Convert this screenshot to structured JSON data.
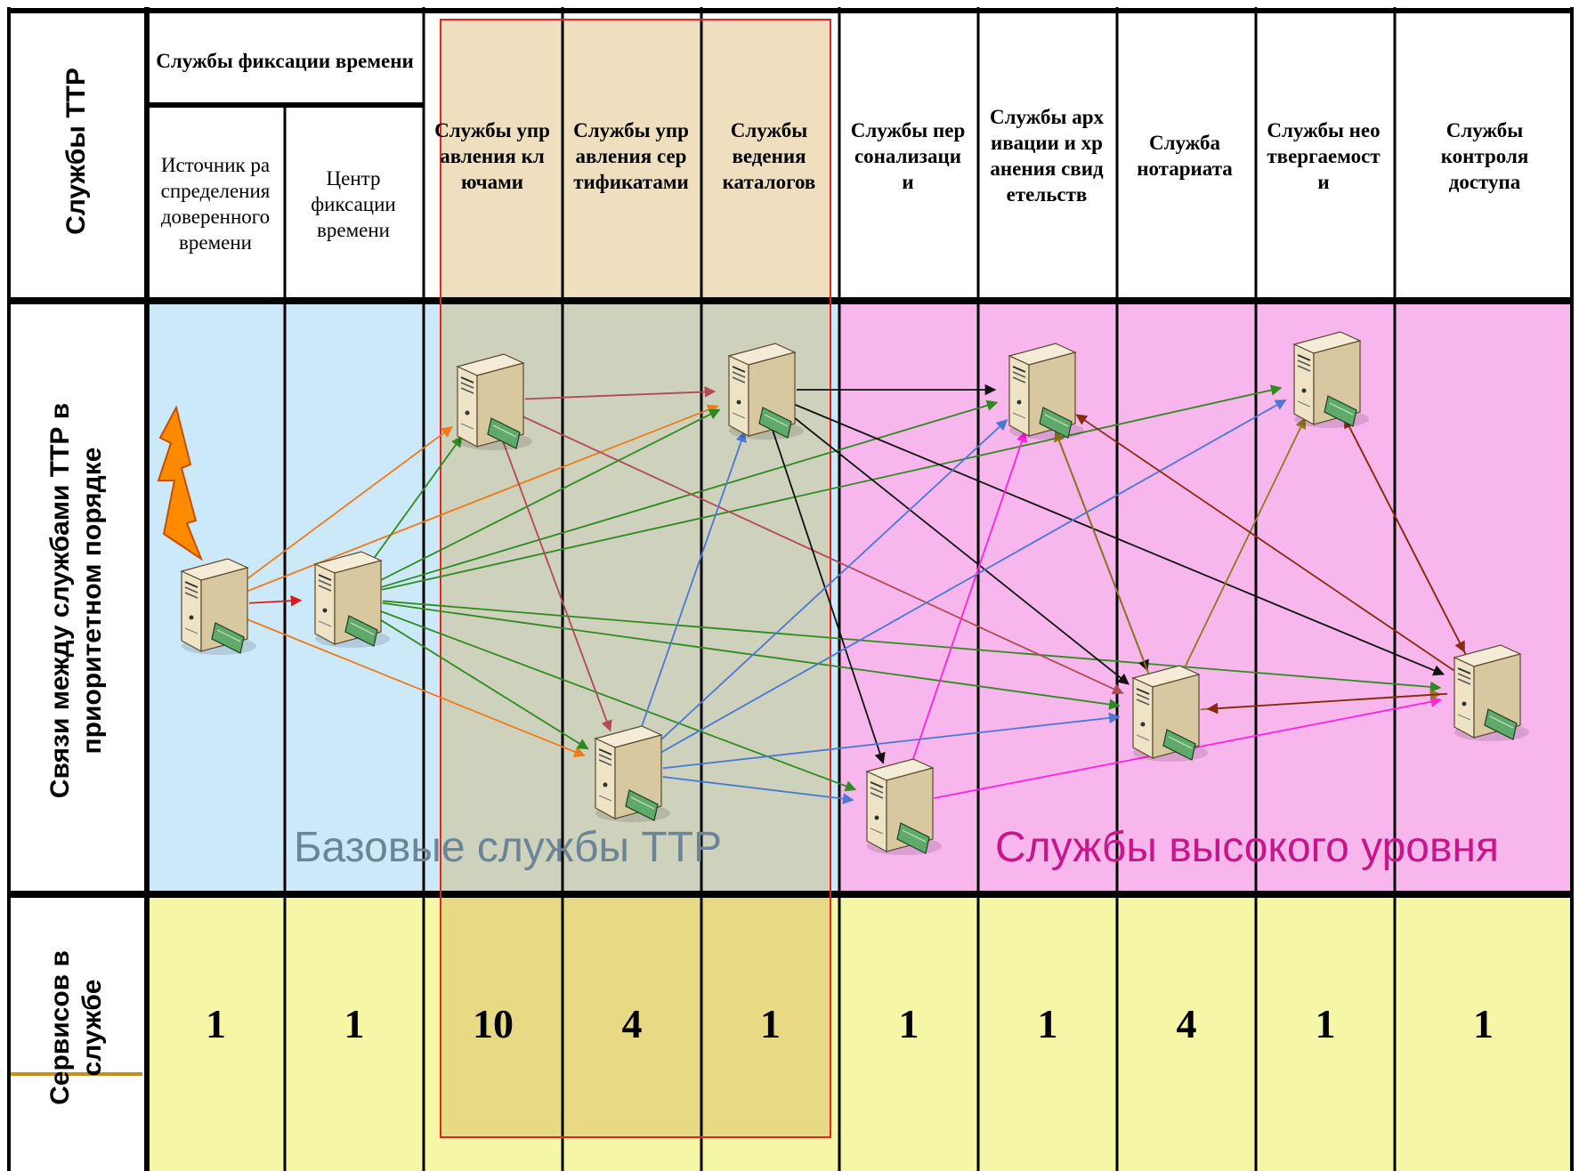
{
  "row_labels": {
    "services": "Службы ТТР",
    "links": "Связи между службами ТТР в приоритетном порядке",
    "counts": "Сервисов в службе"
  },
  "header": {
    "time_group": "Службы фиксации времени",
    "columns": [
      {
        "id": "trusted-time-source",
        "label": "Источник распределения доверенного времени",
        "count": "1"
      },
      {
        "id": "time-stamping-center",
        "label": "Центр фиксации времени",
        "count": "1"
      },
      {
        "id": "key-management",
        "label": "Службы управления ключами",
        "count": "10"
      },
      {
        "id": "certificate-management",
        "label": "Службы управления сертификатами",
        "count": "4"
      },
      {
        "id": "directory",
        "label": "Службы ведения каталогов",
        "count": "1"
      },
      {
        "id": "personalization",
        "label": "Службы персонализации",
        "count": "1"
      },
      {
        "id": "archiving",
        "label": "Службы архивации и хранения свидетельств",
        "count": "1"
      },
      {
        "id": "notary",
        "label": "Служба нотариата",
        "count": "4"
      },
      {
        "id": "non-repudiation",
        "label": "Службы неотвергаемости",
        "count": "1"
      },
      {
        "id": "access-control",
        "label": "Службы контроля доступа",
        "count": "1"
      }
    ]
  },
  "zones": {
    "base_label": "Базовые службы ТТР",
    "high_label": "Службы высокого уровня"
  },
  "colors": {
    "base_zone": "#cce9fa",
    "high_zone": "#f7b7ec",
    "count_row": "#f5f7a6",
    "highlight_band": "#d2a64a",
    "highlight_border": "#e8231e",
    "base_label": "#6b8596",
    "high_label": "#c8168a",
    "grid": "#000000"
  },
  "servers": [
    {
      "id": "s1",
      "name": "time-source-server"
    },
    {
      "id": "s2",
      "name": "time-stamp-server"
    },
    {
      "id": "s3",
      "name": "key-management-server"
    },
    {
      "id": "s4",
      "name": "directory-server"
    },
    {
      "id": "s5",
      "name": "certificate-management-server"
    },
    {
      "id": "s6",
      "name": "personalization-server"
    },
    {
      "id": "s7",
      "name": "archiving-server"
    },
    {
      "id": "s8",
      "name": "non-repudiation-server"
    },
    {
      "id": "s9",
      "name": "notary-server"
    },
    {
      "id": "s10",
      "name": "access-control-server"
    }
  ],
  "links": [
    {
      "from": "s1",
      "to": "s2",
      "color": "#e0191b"
    },
    {
      "from": "s1",
      "to": "s3",
      "color": "#f07a18"
    },
    {
      "from": "s1",
      "to": "s4",
      "color": "#f07a18"
    },
    {
      "from": "s1",
      "to": "s5",
      "color": "#f07a18"
    },
    {
      "from": "s2",
      "to": "s3",
      "color": "#2e8b1f"
    },
    {
      "from": "s2",
      "to": "s4",
      "color": "#2e8b1f"
    },
    {
      "from": "s2",
      "to": "s5",
      "color": "#2e8b1f"
    },
    {
      "from": "s2",
      "to": "s6",
      "color": "#2e8b1f"
    },
    {
      "from": "s2",
      "to": "s7",
      "color": "#2e8b1f"
    },
    {
      "from": "s2",
      "to": "s8",
      "color": "#2e8b1f"
    },
    {
      "from": "s2",
      "to": "s9",
      "color": "#2e8b1f"
    },
    {
      "from": "s2",
      "to": "s10",
      "color": "#2e8b1f"
    },
    {
      "from": "s3",
      "to": "s4",
      "color": "#b04a55"
    },
    {
      "from": "s3",
      "to": "s5",
      "color": "#b04a55"
    },
    {
      "from": "s3",
      "to": "s9",
      "color": "#b04a55"
    },
    {
      "from": "s4",
      "to": "s7",
      "color": "#111111"
    },
    {
      "from": "s4",
      "to": "s6",
      "color": "#111111"
    },
    {
      "from": "s4",
      "to": "s9",
      "color": "#111111"
    },
    {
      "from": "s4",
      "to": "s10",
      "color": "#111111"
    },
    {
      "from": "s7",
      "to": "s9",
      "color": "#111111"
    },
    {
      "from": "s5",
      "to": "s4",
      "color": "#4a78d4"
    },
    {
      "from": "s5",
      "to": "s7",
      "color": "#4a78d4"
    },
    {
      "from": "s5",
      "to": "s8",
      "color": "#4a78d4"
    },
    {
      "from": "s5",
      "to": "s9",
      "color": "#4a78d4"
    },
    {
      "from": "s5",
      "to": "s6",
      "color": "#4a78d4"
    },
    {
      "from": "s6",
      "to": "s7",
      "color": "#ff22dd"
    },
    {
      "from": "s6",
      "to": "s10",
      "color": "#ff22dd"
    },
    {
      "from": "s9",
      "to": "s7",
      "color": "#8f7a1c"
    },
    {
      "from": "s9",
      "to": "s8",
      "color": "#8f7a1c"
    },
    {
      "from": "s9",
      "to": "s10",
      "color": "#8f7a1c"
    },
    {
      "from": "s10",
      "to": "s9",
      "color": "#8a2a12"
    },
    {
      "from": "s10",
      "to": "s7",
      "color": "#8a2a12"
    },
    {
      "from": "s10",
      "to": "s8",
      "color": "#8a2a12"
    },
    {
      "from": "s8",
      "to": "s10",
      "color": "#8a2a12"
    }
  ]
}
